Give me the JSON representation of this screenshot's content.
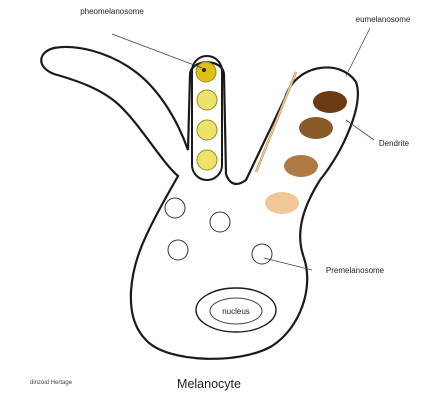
{
  "title": "Melanocyte",
  "credit": "dinzoid Hertage",
  "labels": {
    "pheomelanosome": "pheomelanosome",
    "eumelanosome": "eumelanosome",
    "dendrite": "Dendrite",
    "premelanosome": "Premelanosome",
    "nucleus": "nucleus"
  },
  "colors": {
    "outline": "#1a1a1a",
    "pheo_dark": "#e0c010",
    "pheo_light": "#ede36a",
    "eu_darkest": "#6b3a12",
    "eu_dark": "#8b5a2b",
    "eu_mid": "#b07a45",
    "eu_light": "#f0c898",
    "vesicle": "#ffffff"
  },
  "pheomelanosomes": [
    {
      "fill": "pheo_dark"
    },
    {
      "fill": "pheo_light"
    },
    {
      "fill": "pheo_light"
    },
    {
      "fill": "pheo_light"
    }
  ],
  "eumelanosomes": [
    {
      "fill": "eu_darkest"
    },
    {
      "fill": "eu_dark"
    },
    {
      "fill": "eu_mid"
    },
    {
      "fill": "eu_light"
    }
  ]
}
